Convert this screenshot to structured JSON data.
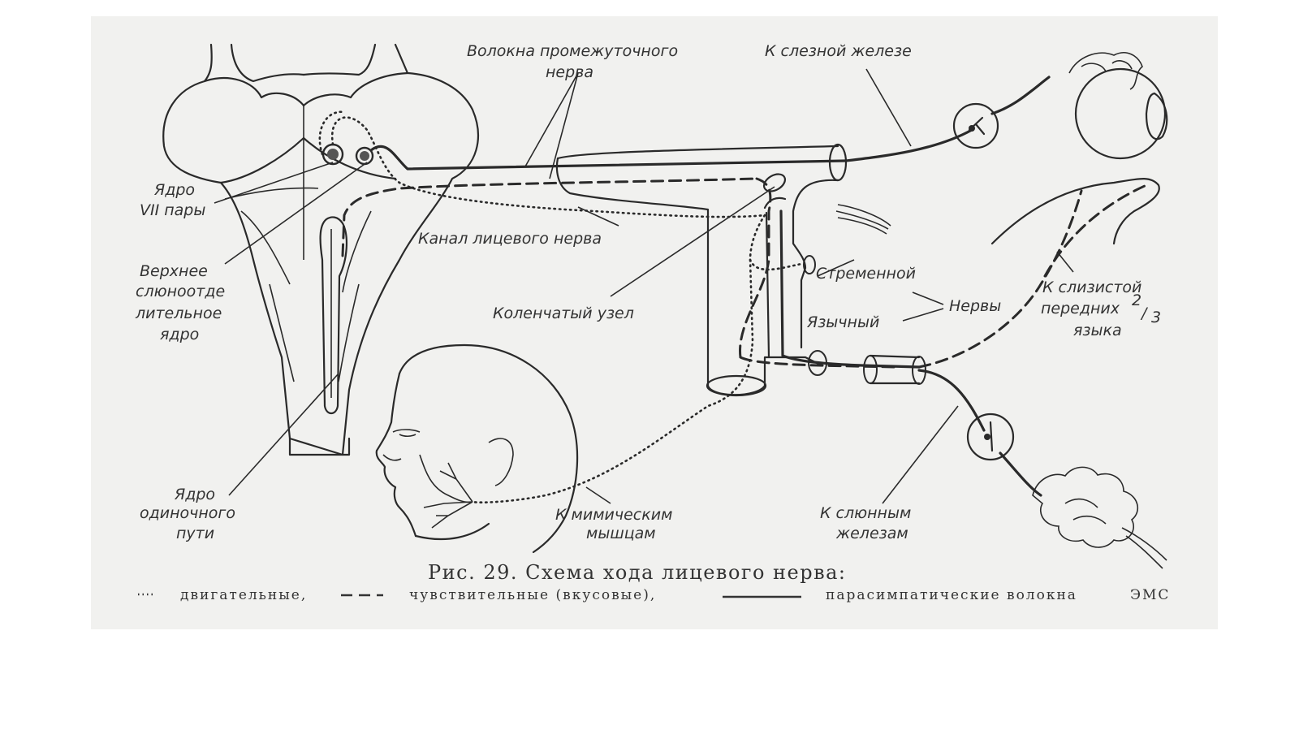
{
  "labels": {
    "fibers_intermediate_l1": "Волокна промежуточного",
    "fibers_intermediate_l2": "нерва",
    "to_lacrimal_gland": "К слезной железе",
    "nucleus_vii_l1": "Ядро",
    "nucleus_vii_l2": "VII пары",
    "facial_canal": "Канал лицевого нерва",
    "salivatory_l1": "Верхнее",
    "salivatory_l2": "слюноотде",
    "salivatory_l3": "лительное",
    "salivatory_l4": "ядро",
    "stapedial": "Стременной",
    "nerves": "Нервы",
    "lingual": "Язычный",
    "mucosa_l1": "К слизистой",
    "mucosa_l2": "передних",
    "mucosa_frac_num": "2",
    "mucosa_frac_den": "3",
    "mucosa_l3": "языка",
    "geniculate": "Коленчатый узел",
    "solitary_l1": "Ядро",
    "solitary_l2": "одиночного",
    "solitary_l3": "пути",
    "mimic_l1": "К мимическим",
    "mimic_l2": "мышцам",
    "salivary_l1": "К слюнным",
    "salivary_l2": "железам"
  },
  "caption": {
    "title": "Рис. 29. Схема хода лицевого нерва:",
    "legend_motor": "двигательные,",
    "legend_sensory": "чувствительные (вкусовые),",
    "legend_para": "парасимпатические волокна",
    "source": "ЭМС"
  }
}
